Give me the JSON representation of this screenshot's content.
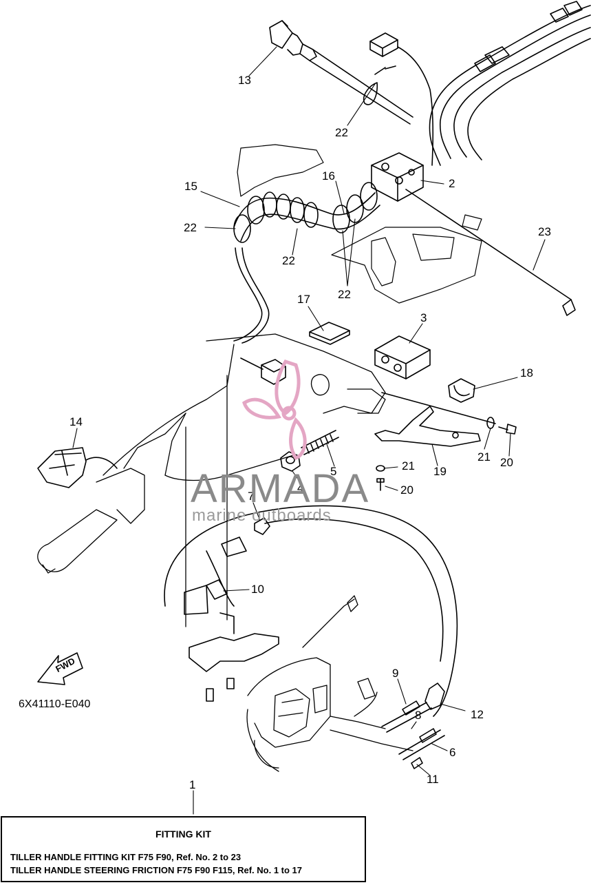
{
  "callouts": [
    {
      "id": "13",
      "text": "13"
    },
    {
      "id": "22a",
      "text": "22"
    },
    {
      "id": "2",
      "text": "2"
    },
    {
      "id": "15",
      "text": "15"
    },
    {
      "id": "16",
      "text": "16"
    },
    {
      "id": "22b",
      "text": "22"
    },
    {
      "id": "22c",
      "text": "22"
    },
    {
      "id": "22d",
      "text": "22"
    },
    {
      "id": "23",
      "text": "23"
    },
    {
      "id": "17",
      "text": "17"
    },
    {
      "id": "3",
      "text": "3"
    },
    {
      "id": "18",
      "text": "18"
    },
    {
      "id": "14",
      "text": "14"
    },
    {
      "id": "5",
      "text": "5"
    },
    {
      "id": "4",
      "text": "4"
    },
    {
      "id": "21a",
      "text": "21"
    },
    {
      "id": "21b",
      "text": "21"
    },
    {
      "id": "20a",
      "text": "20"
    },
    {
      "id": "20b",
      "text": "20"
    },
    {
      "id": "19",
      "text": "19"
    },
    {
      "id": "7",
      "text": "7"
    },
    {
      "id": "10",
      "text": "10"
    },
    {
      "id": "9",
      "text": "9"
    },
    {
      "id": "8",
      "text": "8"
    },
    {
      "id": "12",
      "text": "12"
    },
    {
      "id": "6",
      "text": "6"
    },
    {
      "id": "11",
      "text": "11"
    },
    {
      "id": "1",
      "text": "1"
    }
  ],
  "fwd_label": "FWD",
  "figure_code": "6X41110-E040",
  "watermark": {
    "brand": "ARMADA",
    "tagline": "marine outboards",
    "colors": {
      "logo": "#e4a6c4",
      "text": "#8a8a8a"
    }
  },
  "fitting_kit": {
    "title": "FITTING KIT",
    "lines": [
      "TILLER HANDLE FITTING KIT F75 F90,  Ref. No. 2 to 23",
      "TILLER HANDLE STEERING FRICTION F75 F90 F115,  Ref. No. 1 to 17"
    ]
  }
}
